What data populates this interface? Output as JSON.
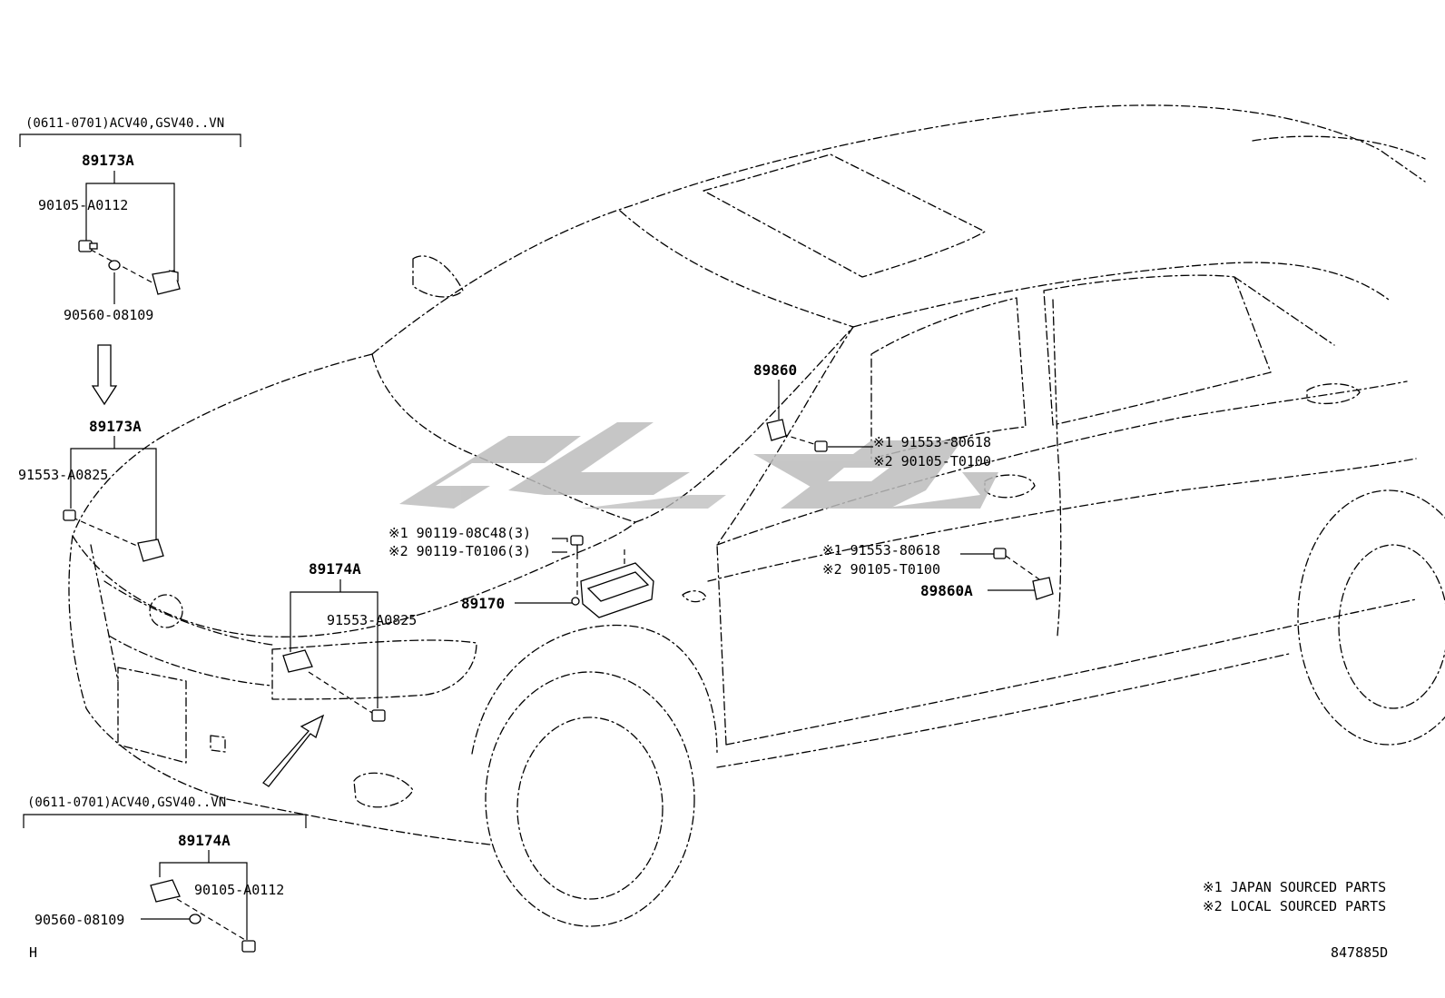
{
  "header_top": "(0611-0701)ACV40,GSV40..VN",
  "header_bottom": "(0611-0701)ACV40,GSV40..VN",
  "parts": {
    "p89173A_top": "89173A",
    "p90105_A0112_top": "90105-A0112",
    "p90560_08109_top": "90560-08109",
    "p89173A_mid": "89173A",
    "p91553_A0825_left": "91553-A0825",
    "p89174A_mid": "89174A",
    "p91553_A0825_mid": "91553-A0825",
    "p89170": "89170",
    "p90119_08C48": "※1 90119-08C48(3)",
    "p90119_T0106": "※2 90119-T0106(3)",
    "p89860": "89860",
    "p91553_80618_a": "※1 91553-80618",
    "p90105_T0100_a": "※2 90105-T0100",
    "p91553_80618_b": "※1 91553-80618",
    "p90105_T0100_b": "※2 90105-T0100",
    "p89860A": "89860A",
    "p89174A_bottom": "89174A",
    "p90105_A0112_bottom": "90105-A0112",
    "p90560_08109_bottom": "90560-08109"
  },
  "legend": {
    "note1": "※1 JAPAN SOURCED PARTS",
    "note2": "※2 LOCAL SOURCED PARTS"
  },
  "corner_left": "H",
  "corner_right": "847885D",
  "colors": {
    "ink": "#000000",
    "watermark": "#bdbdbd",
    "background": "#ffffff"
  }
}
